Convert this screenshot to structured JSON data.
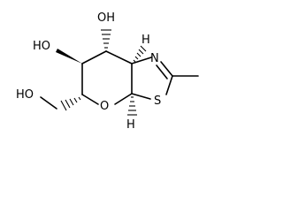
{
  "molecule": {
    "labels": {
      "oh_top": "OH",
      "ho_left": "HO",
      "ho_bottom": "HO",
      "ring_n": "N",
      "ring_o": "O",
      "ring_s": "S",
      "h_upper": "H",
      "h_lower": "H"
    }
  }
}
